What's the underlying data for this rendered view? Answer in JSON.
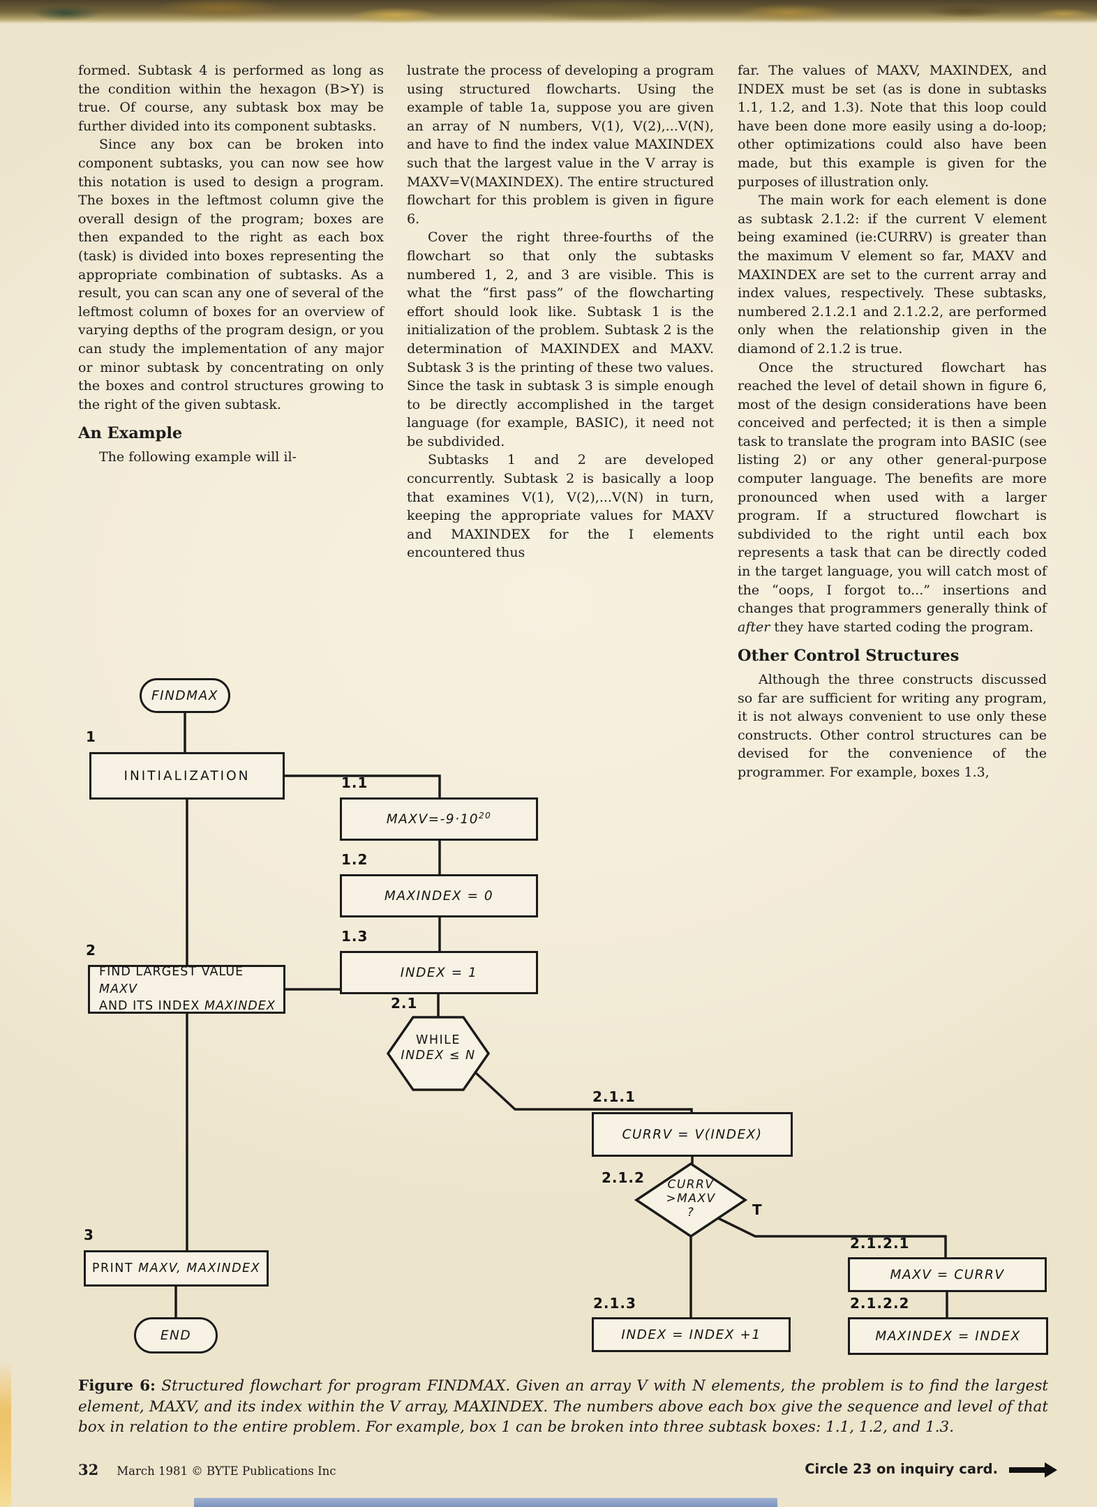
{
  "article": {
    "col1": {
      "p1": "formed. Subtask 4 is performed as long as the condition within the hexagon (B>Y) is true. Of course, any subtask box may be further divided into its component subtasks.",
      "p2": "Since any box can be broken into component subtasks, you can now see how this notation is used to design a program. The boxes in the leftmost column give the overall design of the program; boxes are then expanded to the right as each box (task) is divided into boxes representing the appropriate combination of subtasks. As a result, you can scan any one of several of the leftmost column of boxes for an overview of varying depths of the program design, or you can study the implementation of any major or minor subtask by concentrating on only the boxes and control structures growing to the right of the given subtask.",
      "heading": "An Example",
      "p3": "The following example will il-"
    },
    "col2": {
      "p1": "lustrate the process of developing a program using structured flowcharts. Using the example of table 1a, suppose you are given an array of N numbers, V(1), V(2),...V(N), and have to find the index value MAXINDEX such that the largest value in the V array is MAXV=V(MAXINDEX). The entire structured flowchart for this problem is given in figure 6.",
      "p2": "Cover the right three-fourths of the flowchart so that only the subtasks numbered 1, 2, and 3 are visible. This is what the “first pass” of the flowcharting effort should look like. Subtask 1 is the initialization of the problem. Subtask 2 is the determination of MAXINDEX and MAXV. Subtask 3 is the printing of these two values. Since the task in subtask 3 is simple enough to be directly accomplished in the target language (for example, BASIC), it need not be subdivided.",
      "p3": "Subtasks 1 and 2 are developed concurrently. Subtask 2 is basically a loop that examines V(1), V(2),...V(N) in turn, keeping the appropriate values for MAXV and MAXINDEX for the I elements encountered thus"
    },
    "col3": {
      "p1": "far. The values of MAXV, MAXINDEX, and INDEX must be set (as is done in subtasks 1.1, 1.2, and 1.3). Note that this loop could have been done more easily using a do-loop; other optimizations could also have been made, but this example is given for the purposes of illustration only.",
      "p2": "The main work for each element is done as subtask 2.1.2: if the current V element being examined (ie:CURRV) is greater than the maximum V element so far, MAXV and MAXINDEX are set to the current array and index values, respectively. These subtasks, numbered 2.1.2.1 and 2.1.2.2, are performed only when the relationship given in the diamond of 2.1.2 is true.",
      "p3a": "Once the structured flowchart has reached the level of detail shown in figure 6, most of the design considerations have been conceived and perfected; it is then a simple task to translate the program into BASIC (see listing 2) or any other general-purpose computer language. The benefits are more pronounced when used with a larger program. If a structured flowchart is subdivided to the right until each box represents a task that can be directly coded in the target language, you will catch most of the “oops, I forgot to...” insertions and changes that programmers generally think of",
      "p3_italic": "after",
      "p3b": "they have started coding the program.",
      "heading": "Other Control Structures",
      "p4": "Although the three constructs discussed so far are sufficient for writing any program, it is not always convenient to use only these constructs. Other control structures can be devised for the convenience of the programmer. For example, boxes 1.3,"
    }
  },
  "flowchart": {
    "start_label": "FINDMAX",
    "end_label": "END",
    "nodes": {
      "n1": {
        "num": "1",
        "label": "INITIALIZATION"
      },
      "n11": {
        "num": "1.1",
        "main": "MAXV=-9·10",
        "sup": "20"
      },
      "n12": {
        "num": "1.2",
        "label": "MAXINDEX = 0"
      },
      "n13": {
        "num": "1.3",
        "label": "INDEX = 1"
      },
      "n2": {
        "num": "2",
        "line1_plain": "FIND LARGEST VALUE",
        "line1_italic": "MAXV",
        "line2_plain": "AND ITS INDEX",
        "line2_italic": "MAXINDEX"
      },
      "n21": {
        "num": "2.1",
        "line1": "WHILE",
        "line2": "INDEX ≤ N"
      },
      "n211": {
        "num": "2.1.1",
        "label": "CURRV = V(INDEX)"
      },
      "n212": {
        "num": "2.1.2",
        "line1": "CURRV",
        "line2": ">MAXV",
        "line3": "?",
        "true_branch": "T"
      },
      "n2121": {
        "num": "2.1.2.1",
        "label": "MAXV = CURRV"
      },
      "n2122": {
        "num": "2.1.2.2",
        "label": "MAXINDEX = INDEX"
      },
      "n213": {
        "num": "2.1.3",
        "label": "INDEX = INDEX +1"
      },
      "n3": {
        "num": "3",
        "plain": "PRINT",
        "italic": "MAXV, MAXINDEX"
      }
    }
  },
  "caption": {
    "label": "Figure 6:",
    "text": "Structured flowchart for program FINDMAX. Given an array V with N elements, the problem is to find the largest element, MAXV, and its index within the V array, MAXINDEX. The numbers above each box give the sequence and level of that box in relation to the entire problem. For example, box 1 can be broken into three subtask boxes: 1.1, 1.2, and 1.3."
  },
  "footer": {
    "page_number": "32",
    "credit": "March 1981 © BYTE Publications Inc",
    "inquiry": "Circle 23 on inquiry card."
  }
}
